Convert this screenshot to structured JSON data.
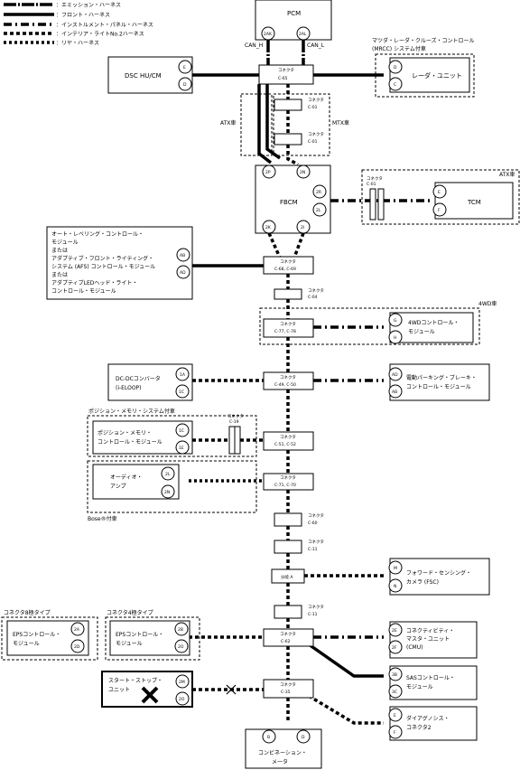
{
  "legend": {
    "emission": "：エミッション・ハーネス",
    "front": "：フロント・ハーネス",
    "instrument": "：インストルメント・パネル・ハーネス",
    "interior": "：インテリア・ライトNo.2ハーネス",
    "rear": "：リヤ・ハーネス"
  },
  "modules": {
    "pcm": "PCM",
    "can_h": "CAN_H",
    "can_l": "CAN_L",
    "dsc": "DSC HU/CM",
    "mrcc_title_1": "マツダ・レーダ・クルーズ・コントロール",
    "mrcc_title_2": "(MRCC) システム付車",
    "radar": "レーダ・ユニット",
    "atx": "ATX車",
    "mtx": "MTX車",
    "fbcm": "FBCM",
    "atx2": "ATX車",
    "tcm": "TCM",
    "aled_1": "オート・レベリング・コントロール・",
    "aled_2": "モジュール",
    "aled_3": "または",
    "aled_4": "アダプティブ・フロント・ライティング・",
    "aled_5": "システム (AFS) コントロール・モジュール",
    "aled_6": "または",
    "aled_7": "アダプティブLEDヘッド・ライト・",
    "aled_8": "コントロール・モジュール",
    "wd4_title": "4WD車",
    "wd4_1": "4WDコントロール・",
    "wd4_2": "モジュール",
    "dcdc_1": "DC-DCコンバータ",
    "dcdc_2": "(i-ELOOP)",
    "epb_1": "電動パーキング・ブレーキ・",
    "epb_2": "コントロール・モジュール",
    "posmem_title": "ポジション・メモリ・システム付車",
    "posmem_1": "ポジション・メモリ・",
    "posmem_2": "コントロール・モジュール",
    "audio_1": "オーディオ・",
    "audio_2": "アンプ",
    "bose": "Bose®付車",
    "fsc_1": "フォワード・センシング・",
    "fsc_2": "カメラ (FSC)",
    "branch_a": "分岐 A",
    "eps8_title": "コネクタ8極タイプ",
    "eps4_title": "コネクタ4極タイプ",
    "eps_1": "EPSコントロール・",
    "eps_2": "モジュール",
    "cmu_1": "コネクティビティ・",
    "cmu_2": "マスタ・ユニット",
    "cmu_3": "(CMU)",
    "sas_1": "SASコントロール・",
    "sas_2": "モジュール",
    "ss_1": "スタート・ストップ・",
    "ss_2": "ユニット",
    "diag_1": "ダイアグノシス・",
    "diag_2": "コネクタ2",
    "combi_1": "コンビネーション・",
    "combi_2": "メータ"
  },
  "connector_word": "コネクタ",
  "connectors": {
    "c65": "C-65",
    "c01": "C-01",
    "c68": "C-68, C-69",
    "c04": "C-04",
    "c77": "C-77, C-78",
    "c49": "C-49, C-50",
    "c19": "C-19",
    "c51": "C-51, C-52",
    "c71": "C-71, C-70",
    "c60": "C-60",
    "c11": "C-11",
    "c62": "C-62",
    "c35": "C-35"
  },
  "pins": {
    "pcm_l": "2AK",
    "pcm_r": "2AL",
    "dsc_a": "E",
    "dsc_b": "D",
    "radar_a": "D",
    "radar_b": "C",
    "fbcm_tl": "2P",
    "fbcm_tr": "2N",
    "fbcm_r1": "2R",
    "fbcm_r2": "2L",
    "fbcm_bl": "2K",
    "fbcm_br": "2I",
    "tcm_a": "E",
    "tcm_b": "F",
    "aled_a": "AB",
    "aled_b": "AD",
    "wd4_a": "G",
    "wd4_b": "H",
    "dcdc_a": "1A",
    "dcdc_b": "1C",
    "epb_a": "AD",
    "epb_b": "AB",
    "pm_a": "1C",
    "pm_b": "1E",
    "au_a": "2L",
    "au_b": "2N",
    "fsc_a": "M",
    "fsc_b": "N",
    "eps8_a": "2A",
    "eps8_b": "2D",
    "eps4_a": "2B",
    "eps4_b": "2O",
    "cmu_a": "2E",
    "cmu_b": "2F",
    "sas_a": "3B",
    "sas_b": "3C",
    "ss_a": "2M",
    "ss_b": "2O",
    "diag_a": "E",
    "diag_b": "F",
    "cm_a": "B",
    "cm_b": "D"
  }
}
